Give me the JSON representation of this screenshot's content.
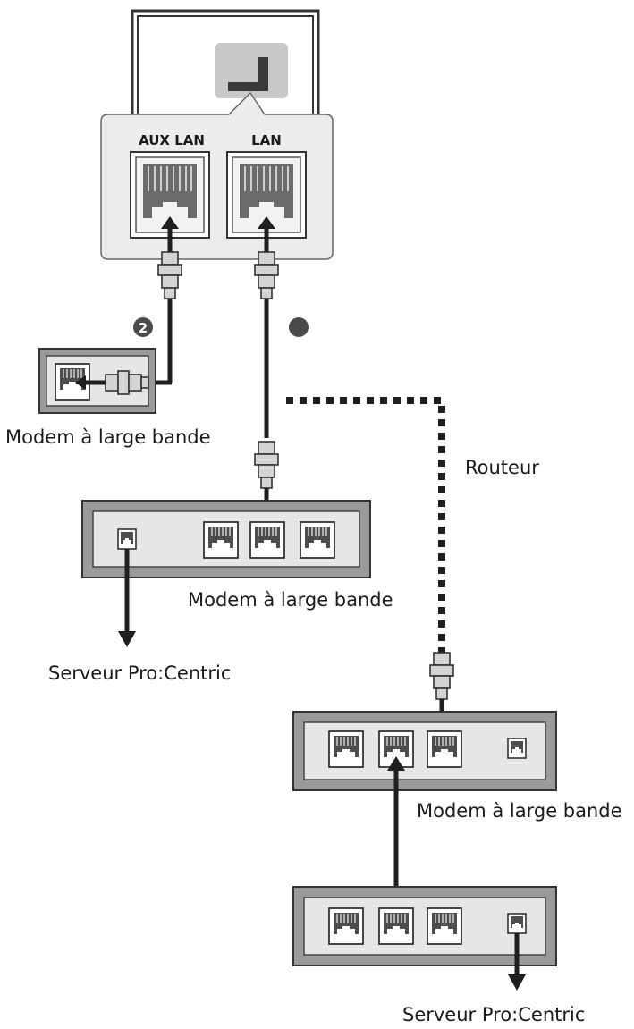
{
  "ports": {
    "aux_lan": "AUX LAN",
    "lan": "LAN"
  },
  "badges": {
    "two": "2"
  },
  "labels": {
    "modem_left": "Modem à large bande",
    "router": "Routeur",
    "modem_center": "Modem à large bande",
    "server_center": "Serveur Pro:Centric",
    "modem_right_top": "Modem à large bande",
    "server_bottom": "Serveur Pro:Centric"
  },
  "colors": {
    "panel_fill": "#ececec",
    "panel_stroke": "#666666",
    "device_outer": "#9a9a9a",
    "device_inner": "#e6e6e6",
    "cable": "#1f1f1f",
    "connector_fill": "#d4d4d4",
    "badge": "#4a4a4a"
  }
}
